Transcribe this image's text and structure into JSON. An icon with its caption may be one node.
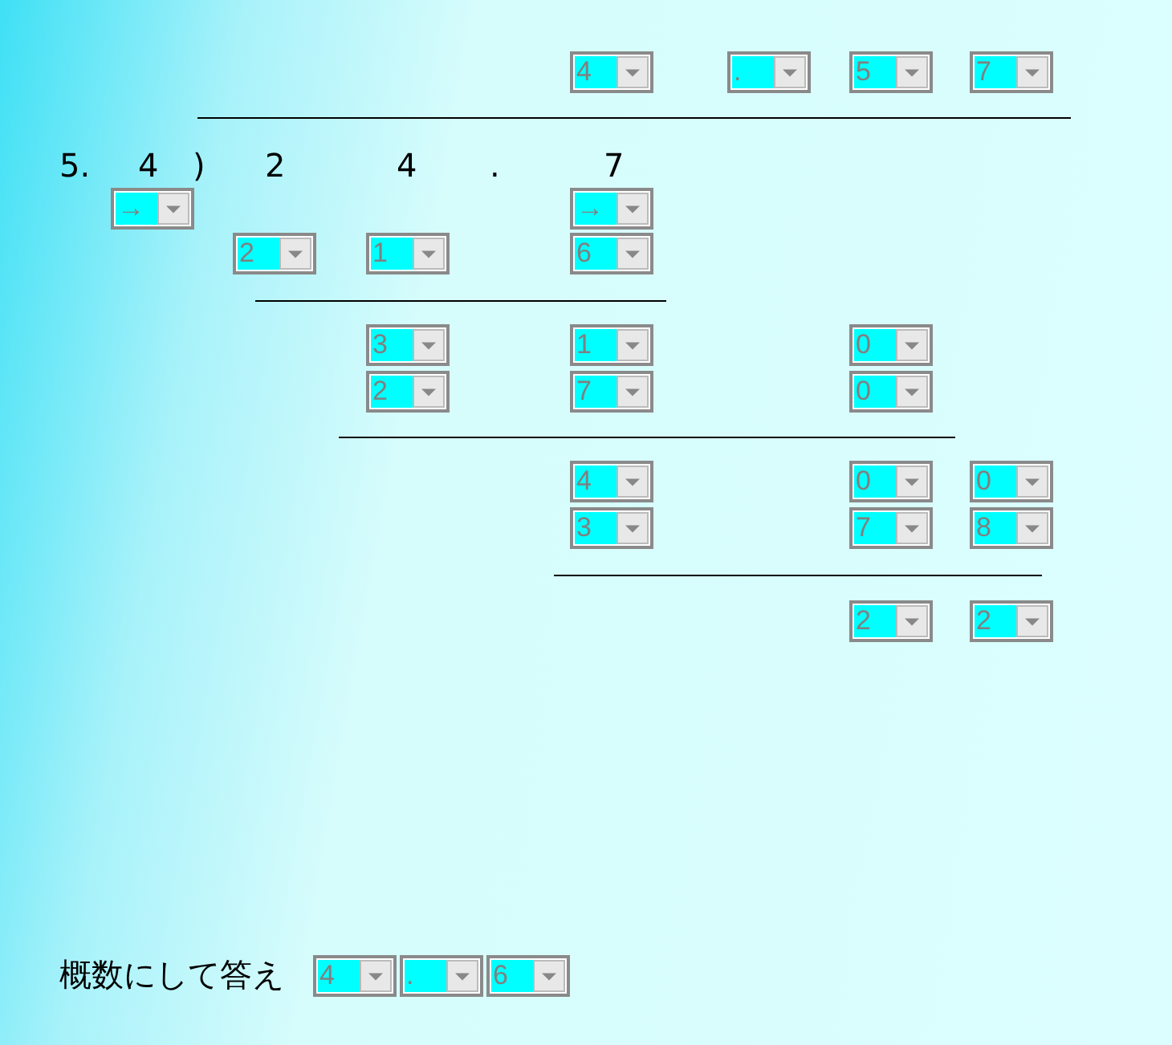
{
  "diagram": {
    "labels": [
      "4",
      ".",
      "5",
      "7",
      "5.",
      "4",
      ")",
      "2",
      "4",
      ".",
      "7",
      "→",
      "→",
      "2",
      "1",
      "6",
      "3",
      "1",
      "0",
      "2",
      "7",
      "0",
      "4",
      "0",
      "0",
      "3",
      "7",
      "8",
      "2",
      "2",
      "概数にして答え",
      "4",
      ".",
      "6"
    ]
  }
}
